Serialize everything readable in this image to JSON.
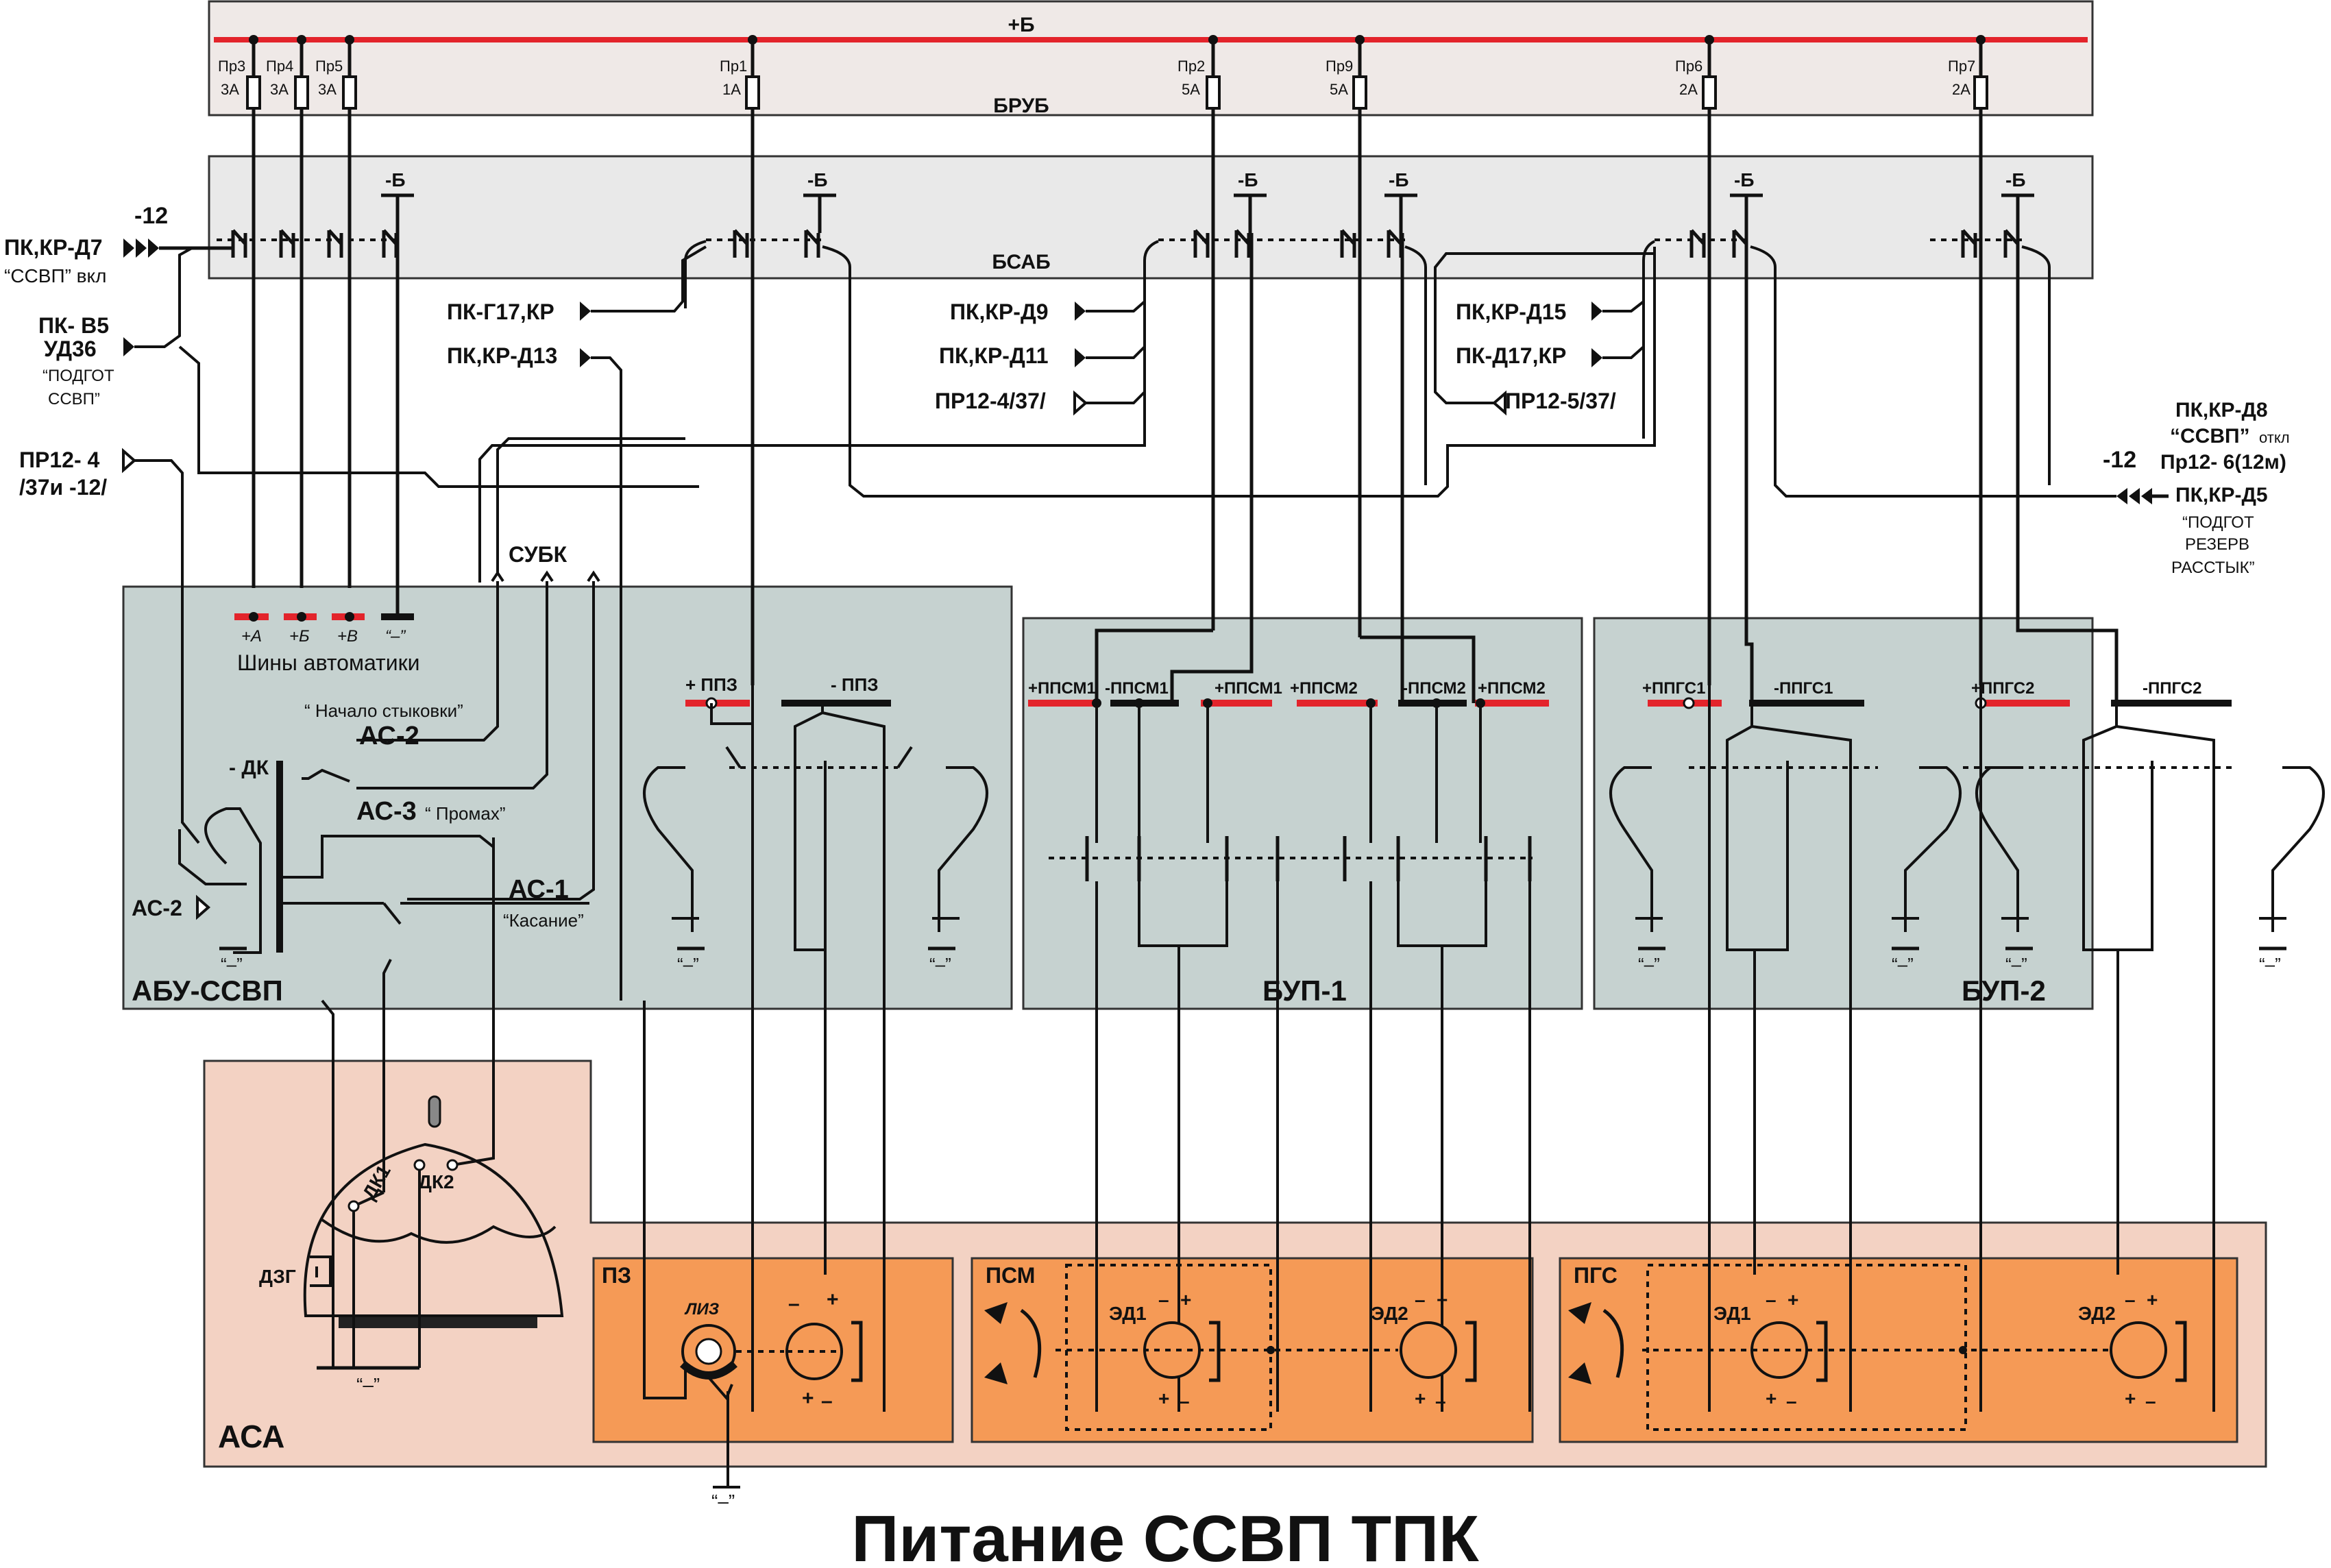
{
  "title": "Питание ССВП ТПК",
  "colors": {
    "bus_red": "#e3242b",
    "bru_fill": "#efe9e7",
    "bsab_fill": "#e9e9e9",
    "block_fill": "#c6d2d0",
    "asa_fill": "#f3d2c3",
    "actuator_fill": "#f59a56"
  },
  "blocks": {
    "brub": "БРУБ",
    "bsab": "БСАБ",
    "abu": "АБУ-ССВП",
    "bup1": "БУП-1",
    "bup2": "БУП-2",
    "asa": "АСА",
    "subk": "СУБК",
    "pz": "ПЗ",
    "psm": "ПСМ",
    "pgs": "ПГС"
  },
  "top_bus_label": "+Б",
  "fuses": [
    {
      "name": "Пр3",
      "rating": "3А"
    },
    {
      "name": "Пр4",
      "rating": "3А"
    },
    {
      "name": "Пр5",
      "rating": "3А"
    },
    {
      "name": "Пр1",
      "rating": "1А"
    },
    {
      "name": "Пр2",
      "rating": "5А"
    },
    {
      "name": "Пр9",
      "rating": "5А"
    },
    {
      "name": "Пр6",
      "rating": "2А"
    },
    {
      "name": "Пр7",
      "rating": "2А"
    }
  ],
  "minus_b": "-Б",
  "left_signals": {
    "minus12": "-12",
    "s1a": "ПК,КР-Д7",
    "s1b": "“ССВП” вкл",
    "s2a": "ПК- В5",
    "s2b": "УД36",
    "s2c": "“ПОДГОТ",
    "s2d": "ССВП”",
    "s3a": "ПР12- 4",
    "s3b": "/37и -12/"
  },
  "mid_signals": {
    "g17": "ПК-Г17,КР",
    "d13": "ПК,КР-Д13",
    "d9": "ПК,КР-Д9",
    "d11": "ПК,КР-Д11",
    "pr12_4": "ПР12-4/37/",
    "d15": "ПК,КР-Д15",
    "d17": "ПК-Д17,КР",
    "pr12_5": "ПР12-5/37/"
  },
  "right_signals": {
    "a": "ПК,КР-Д8",
    "b": "“ССВП”",
    "b2": "откл",
    "c": "Пр12- 6(12м)",
    "minus12": "-12",
    "d": "ПК,КР-Д5",
    "e": "“ПОДГОТ",
    "f": "РЕЗЕРВ",
    "g": "РАССТЫК”"
  },
  "abu": {
    "rail_a": "+А",
    "rail_b": "+Б",
    "rail_v": "+В",
    "rail_minus": "“–”",
    "rails_caption": "Шины автоматики",
    "start_docking": "“ Начало стыковки”",
    "as2": "АС-2",
    "minus_dk": "- ДК",
    "as3": "АС-3",
    "miss": "“ Промах”",
    "as1": "АС-1",
    "touch": "“Касание”",
    "as2_in": "АС-2",
    "plus_ppz": "+ ППЗ",
    "minus_ppz": "- ППЗ",
    "ground": "“–”"
  },
  "bup1": {
    "r1": "+ППСМ1",
    "r2": "-ППСМ1",
    "r3": "+ППСМ1",
    "r4": "+ППСМ2",
    "r5": "-ППСМ2",
    "r6": "+ППСМ2"
  },
  "bup2": {
    "r1": "+ППГС1",
    "r2": "-ППГС1",
    "r3": "+ППГС2",
    "r4": "-ППГС2"
  },
  "asa": {
    "dk1": "ДК1",
    "dk2": "ДК2",
    "dzg": "ДЗГ",
    "ground": "“–”",
    "liz": "ЛИЗ",
    "ed1": "ЭД1",
    "ed2": "ЭД2",
    "plus": "+",
    "minus": "–"
  }
}
